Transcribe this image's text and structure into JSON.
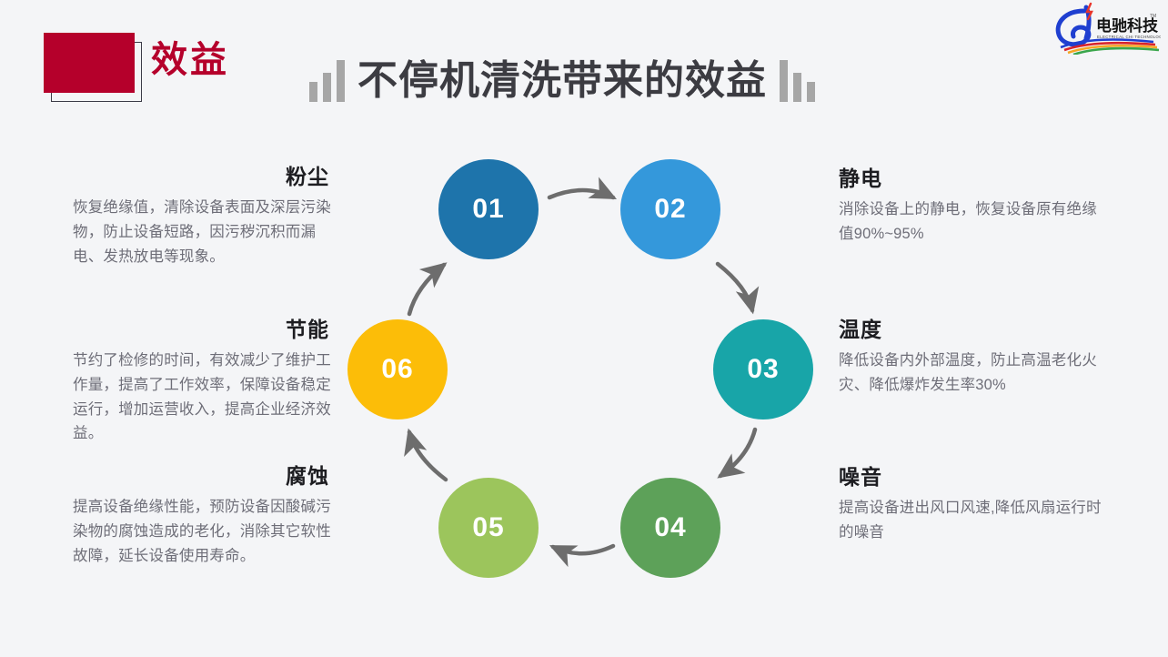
{
  "header": {
    "badge_label": "效益",
    "badge_color": "#b5002b",
    "title": "不停机清洗带来的效益",
    "title_color": "#3c3c42",
    "deco_icon_left": "bar-chart-ascending-icon",
    "deco_icon_right": "bar-chart-descending-icon"
  },
  "logo": {
    "name": "dianchi-technology-logo",
    "cn_text": "电驰科技",
    "en_text": "ELECTRICAL CHI TECHNOLOGY",
    "tm": "TM"
  },
  "background_color": "#f4f5f7",
  "cycle": {
    "nodes": [
      {
        "num": "01",
        "color": "#1e74ab",
        "topic": "粉尘"
      },
      {
        "num": "02",
        "color": "#3498db",
        "topic": "静电"
      },
      {
        "num": "03",
        "color": "#18a5a8",
        "topic": "温度"
      },
      {
        "num": "04",
        "color": "#5da159",
        "topic": "噪音"
      },
      {
        "num": "05",
        "color": "#9cc55c",
        "topic": "腐蚀"
      },
      {
        "num": "06",
        "color": "#fcbd08",
        "topic": "节能"
      }
    ],
    "arrow_color": "#6d6d6d",
    "arrow_count": 6
  },
  "blocks": {
    "dust": {
      "title": "粉尘",
      "body": "恢复绝缘值，清除设备表面及深层污染物，防止设备短路，因污秽沉积而漏电、发热放电等现象。"
    },
    "energy": {
      "title": "节能",
      "body": "节约了检修的时间，有效减少了维护工作量，提高了工作效率，保障设备稳定运行，增加运营收入，提高企业经济效益。"
    },
    "corrosion": {
      "title": "腐蚀",
      "body": "提高设备绝缘性能，预防设备因酸碱污染物的腐蚀造成的老化，消除其它软性故障，延长设备使用寿命。"
    },
    "static": {
      "title": "静电",
      "body": "消除设备上的静电，恢复设备原有绝缘值90%~95%"
    },
    "temperature": {
      "title": "温度",
      "body": "降低设备内外部温度，防止高温老化火灾、降低爆炸发生率30%"
    },
    "noise": {
      "title": "噪音",
      "body": "提高设备进出风口风速,降低风扇运行时的噪音"
    }
  }
}
